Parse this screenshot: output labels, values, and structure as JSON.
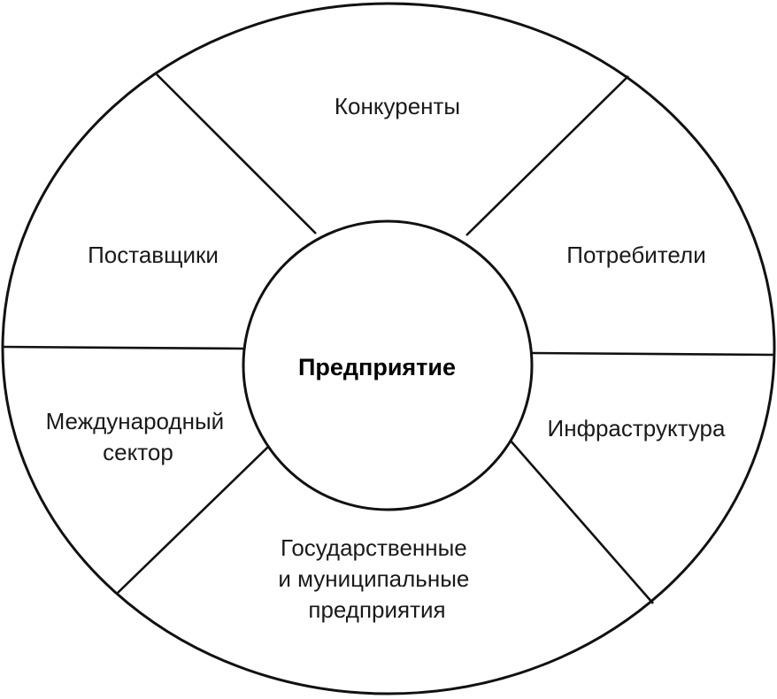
{
  "diagram": {
    "center": "Предприятие",
    "segments": [
      {
        "lines": [
          "Конкуренты"
        ]
      },
      {
        "lines": [
          "Потребители"
        ]
      },
      {
        "lines": [
          "Инфраструктура"
        ]
      },
      {
        "lines": [
          "Государственные",
          "и муниципальные",
          "предприятия"
        ]
      },
      {
        "lines": [
          "Международный",
          "сектор"
        ]
      },
      {
        "lines": [
          "Поставщики"
        ]
      }
    ]
  }
}
